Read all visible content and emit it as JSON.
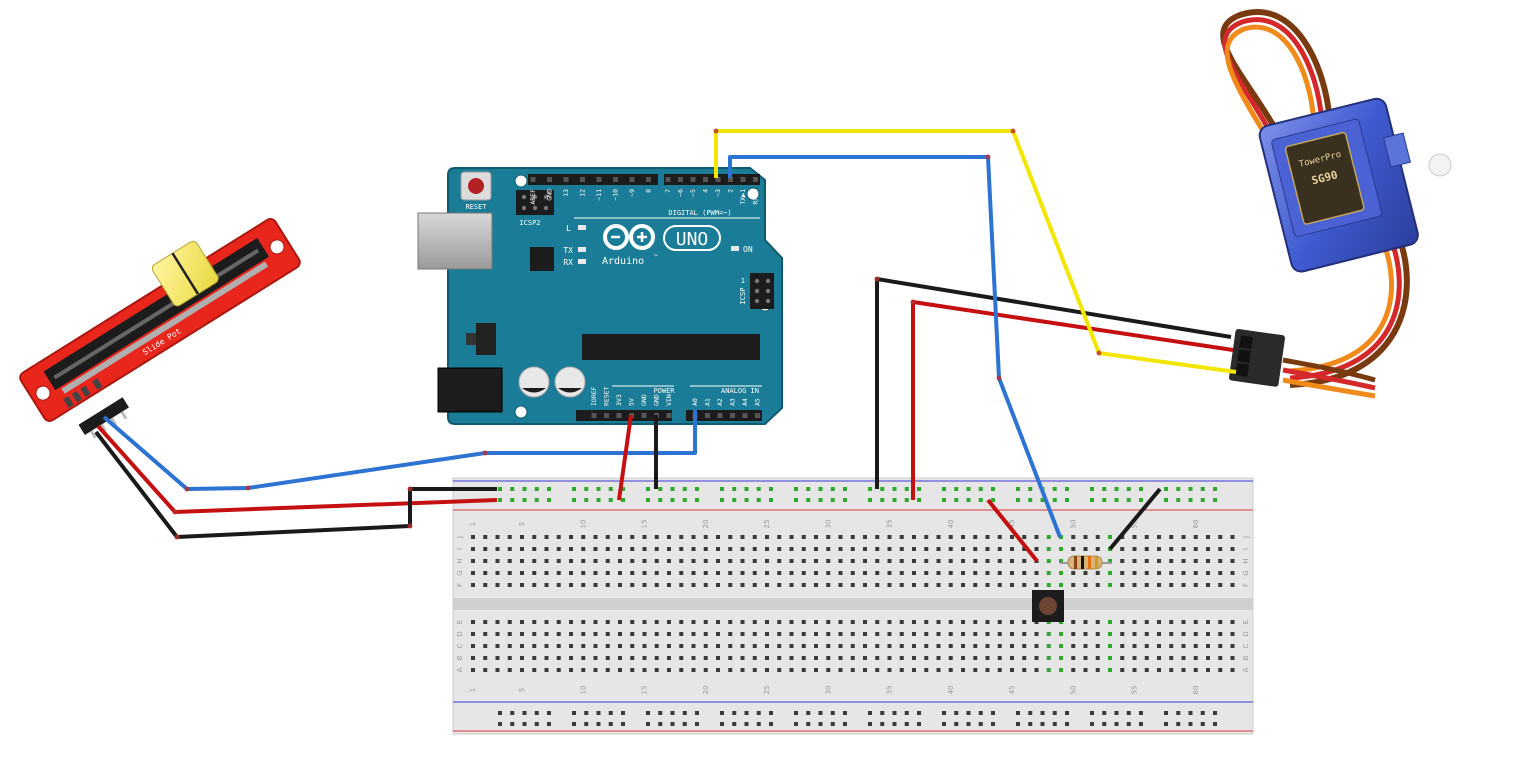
{
  "arduino": {
    "reset_label": "RESET",
    "icsp2_label": "ICSP2",
    "icsp_label": "ICSP",
    "icsp_pin1": "1",
    "l_label": "L",
    "tx_label": "TX",
    "rx_label": "RX",
    "on_label": "ON",
    "uno_label": "UNO",
    "brand_label": "Arduino",
    "tm_label": "™",
    "digital_label": "DIGITAL (PWM=~)",
    "power_label": "POWER",
    "analog_label": "ANALOG IN",
    "top_pins": [
      "AREF",
      "GND",
      "13",
      "12",
      "~11",
      "~10",
      "~9",
      "8",
      "7",
      "~6",
      "~5",
      "4",
      "~3",
      "2",
      "TX▶1",
      "RX◀0"
    ],
    "power_pins": [
      "IOREF",
      "RESET",
      "3V3",
      "5V",
      "GND",
      "GND",
      "VIN"
    ],
    "analog_pins": [
      "A0",
      "A1",
      "A2",
      "A3",
      "A4",
      "A5"
    ]
  },
  "slide_pot": {
    "label": "Slide Pot"
  },
  "breadboard": {
    "column_numbers": [
      "1",
      "5",
      "10",
      "15",
      "20",
      "25",
      "30",
      "35",
      "40",
      "45",
      "50",
      "55",
      "60"
    ],
    "row_letters_top": [
      "J",
      "I",
      "H",
      "G",
      "F"
    ],
    "row_letters_bottom": [
      "E",
      "D",
      "C",
      "B",
      "A"
    ]
  },
  "servo": {
    "brand_label": "TowerPro",
    "model_label": "SG90"
  },
  "colors": {
    "arduino_board": "#1a7c96",
    "breadboard": "#e6e6e6",
    "wire_red": "#c41010",
    "wire_black": "#1a1a1a",
    "wire_blue": "#2c73d2",
    "wire_yellow": "#f2e600",
    "slide_pot_board": "#e8261c",
    "servo_body": "#3c58c8"
  }
}
